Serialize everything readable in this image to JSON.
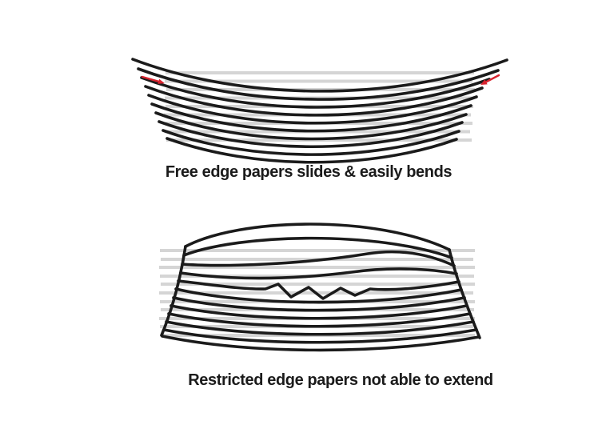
{
  "colors": {
    "ink": "#1b1b1b",
    "paper_gray": "#d5d5d5",
    "arrow_red": "#d8232f",
    "bg": "#ffffff"
  },
  "panels": [
    {
      "id": "free-edge",
      "caption": "Free edge papers slides & easily bends",
      "sheet_count": 10,
      "reference_line_count": 9,
      "arrows": [
        {
          "name": "left-slide-arrow",
          "direction": "inward-right-down"
        },
        {
          "name": "right-slide-arrow",
          "direction": "inward-left-down"
        }
      ]
    },
    {
      "id": "restricted-edge",
      "caption": "Restricted edge papers not able to extend",
      "sheet_count": 12,
      "reference_line_count": 11,
      "arrows": []
    }
  ]
}
